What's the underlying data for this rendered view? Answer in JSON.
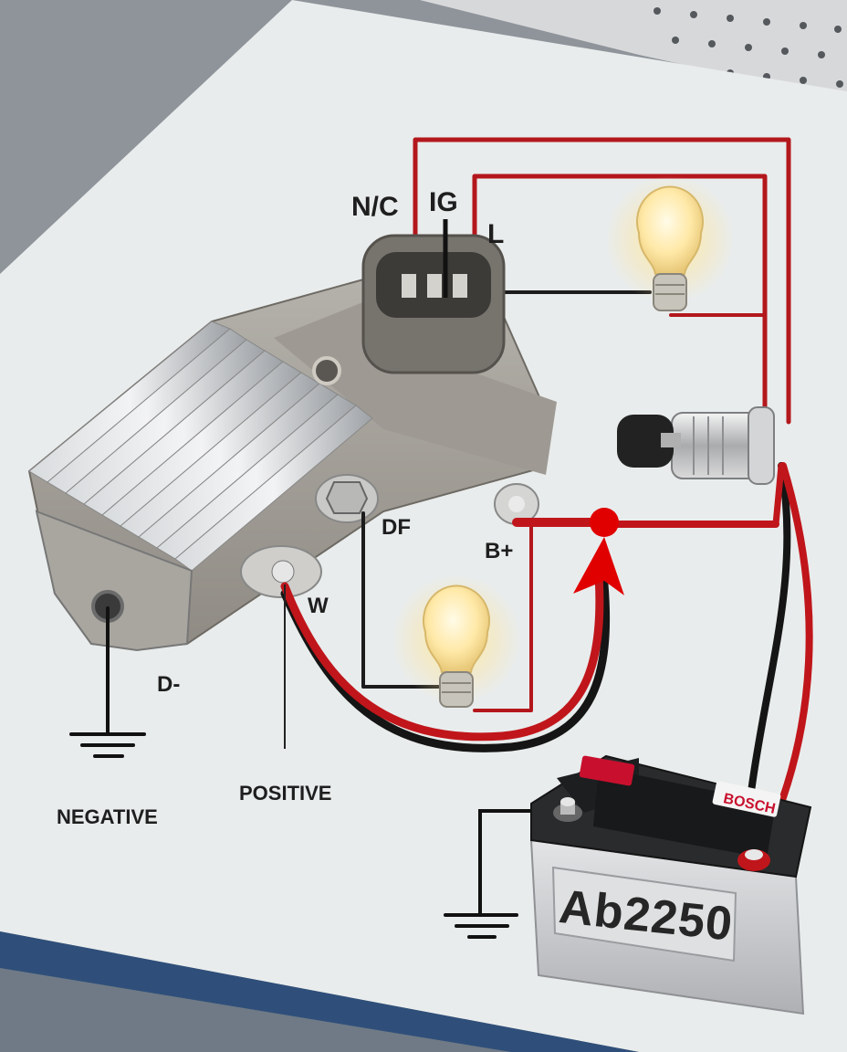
{
  "regulator": {
    "connector_pins": {
      "nc": "N/C",
      "ig": "IG",
      "l": "L"
    },
    "terminals": {
      "df": "DF",
      "b_plus": "B+",
      "w": "W",
      "d_minus": "D-"
    }
  },
  "grounds": {
    "negative_label": "NEGATIVE",
    "positive_label": "POSITIVE"
  },
  "battery": {
    "model": "Ab2250",
    "brand": "BOSCH"
  },
  "colors": {
    "positive_wire": "#c0161b",
    "negative_wire": "#151515",
    "junction": "#e00000",
    "tabletop": "#e9ecec"
  }
}
